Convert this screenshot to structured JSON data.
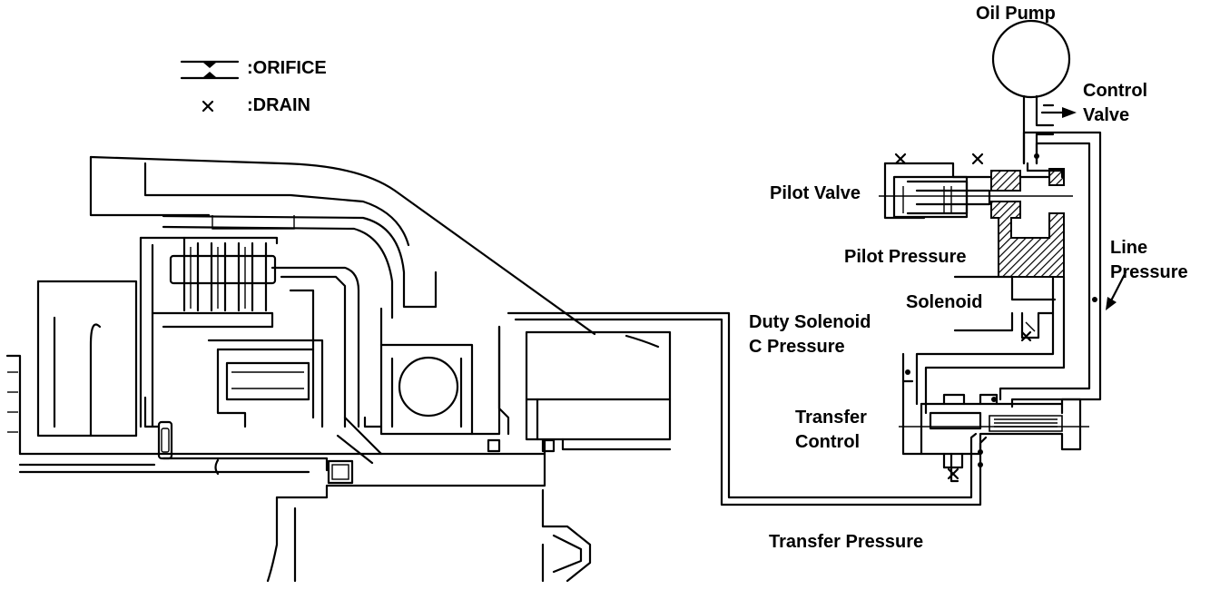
{
  "legend": {
    "orifice_label": ":ORIFICE",
    "drain_label": ":DRAIN",
    "drain_symbol": "×"
  },
  "labels": {
    "oil_pump": "Oil Pump",
    "control_valve": [
      "Control",
      "Valve"
    ],
    "pilot_valve": "Pilot Valve",
    "pilot_pressure": "Pilot Pressure",
    "line_pressure": [
      "Line",
      "Pressure"
    ],
    "solenoid": "Solenoid",
    "duty_solenoid_c_pressure": [
      "Duty Solenoid",
      "C Pressure"
    ],
    "transfer_control": [
      "Transfer",
      "Control"
    ],
    "transfer_pressure": "Transfer Pressure"
  },
  "colors": {
    "ink": "#000000",
    "background": "#ffffff"
  }
}
